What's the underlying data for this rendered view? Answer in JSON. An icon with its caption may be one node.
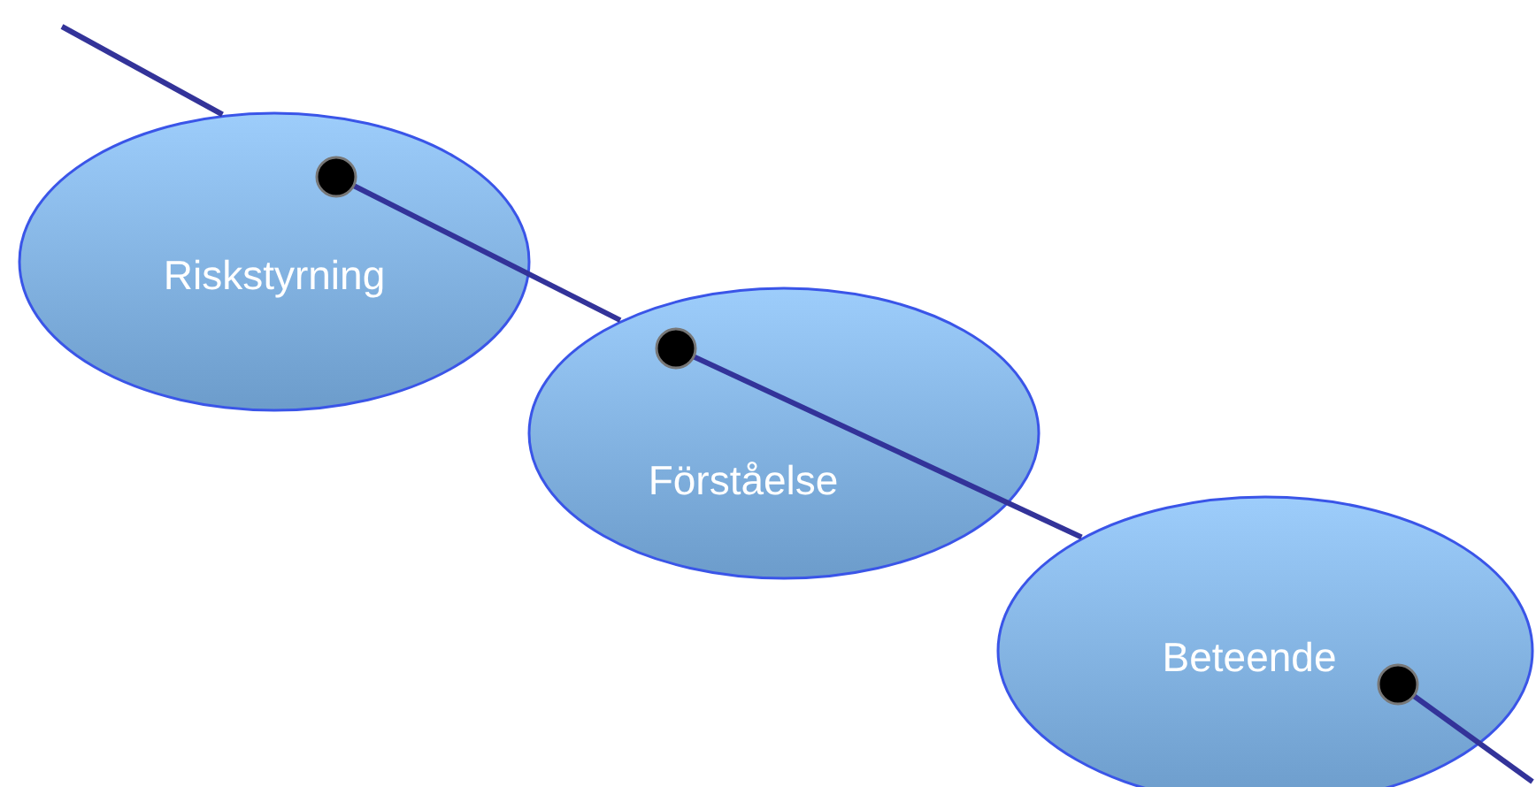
{
  "diagram": {
    "nodes": [
      {
        "text": [
          "Riskstyrning"
        ]
      },
      {
        "text": [
          "Förståelse"
        ]
      },
      {
        "text": [
          "Beteende"
        ]
      }
    ],
    "edges": [
      {
        "from": null,
        "to": 0,
        "arrow": "none"
      },
      {
        "from": 0,
        "to": 1,
        "arrow": "other"
      },
      {
        "from": 1,
        "to": 2,
        "arrow": "other"
      },
      {
        "from": 2,
        "to": null,
        "arrow": "other"
      }
    ]
  }
}
